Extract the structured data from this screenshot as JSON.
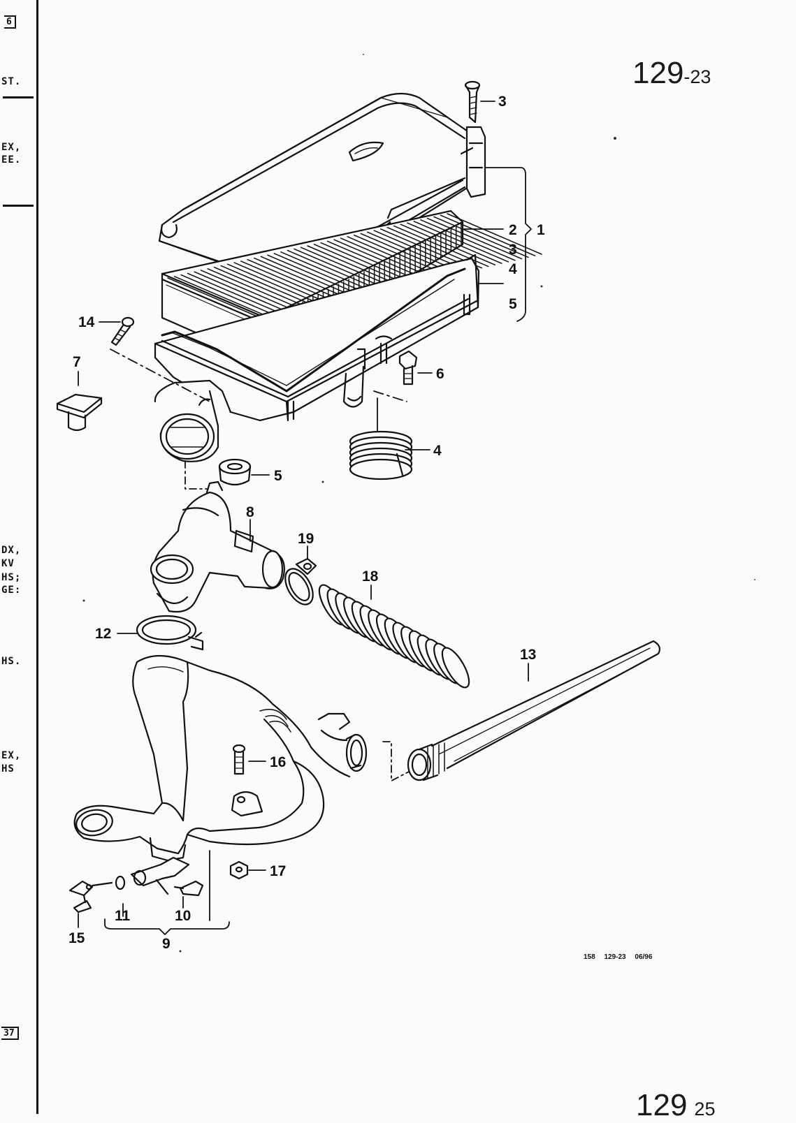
{
  "page": {
    "number_main": "129",
    "number_sub": "-23",
    "next_number_main": "129",
    "next_number_sub": "25",
    "footer": "158   129-23   06/96"
  },
  "margin": {
    "box_top": "6",
    "box_bottom": "37",
    "notes": [
      "ST.",
      "EX,",
      "EE.",
      "DX,",
      "KV",
      "HS;",
      "GE:",
      "HS.",
      "EX,",
      "HS"
    ]
  },
  "callouts": {
    "c1": "1",
    "c2": "2",
    "c3": "3",
    "c3b": "3",
    "c4": "4",
    "c4b": "4",
    "c5": "5",
    "c5b": "5",
    "c6": "6",
    "c7": "7",
    "c8": "8",
    "c9": "9",
    "c10": "10",
    "c11": "11",
    "c12": "12",
    "c13": "13",
    "c14": "14",
    "c15": "15",
    "c16": "16",
    "c17": "17",
    "c18": "18",
    "c19": "19"
  },
  "colors": {
    "ink": "#111111",
    "paper": "#fbfbf9"
  }
}
